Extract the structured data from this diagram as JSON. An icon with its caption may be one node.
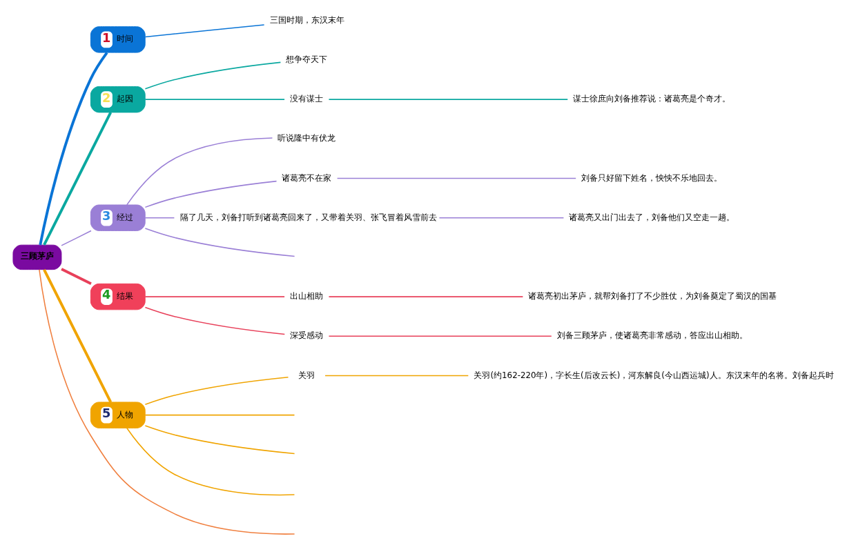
{
  "diagram": {
    "nodes": [
      {
        "text": [
          "三顾茅庐"
        ]
      },
      {
        "text": [
          "1",
          "时间"
        ]
      },
      {
        "text": [
          "三国时期，东汉末年"
        ]
      },
      {
        "text": [
          "2",
          "起因"
        ]
      },
      {
        "text": [
          "想争夺天下"
        ]
      },
      {
        "text": [
          "没有谋士"
        ]
      },
      {
        "text": [
          "谋士徐庶向刘备推荐说：诸葛亮是个奇才。"
        ]
      },
      {
        "text": [
          "3",
          "经过"
        ]
      },
      {
        "text": [
          "听说隆中有伏龙"
        ]
      },
      {
        "text": [
          "诸葛亮不在家"
        ]
      },
      {
        "text": [
          "刘备只好留下姓名，怏怏不乐地回去。"
        ]
      },
      {
        "text": [
          "隔了几天，刘备打听到诸葛亮回来了，又带着关羽、张飞冒着风雪前去"
        ]
      },
      {
        "text": [
          "诸葛亮又出门出去了，刘备他们又空走一趟。"
        ]
      },
      {
        "text": [
          "4",
          "结果"
        ]
      },
      {
        "text": [
          "出山相助"
        ]
      },
      {
        "text": [
          "诸葛亮初出茅庐，就帮刘备打了不少胜仗，为刘备奠定了蜀汉的国基"
        ]
      },
      {
        "text": [
          "深受感动"
        ]
      },
      {
        "text": [
          "刘备三顾茅庐，使诸葛亮非常感动，答应出山相助。"
        ]
      },
      {
        "text": [
          "5",
          "人物"
        ]
      },
      {
        "text": [
          "关羽"
        ]
      },
      {
        "text": [
          "关羽(约162-220年)，字长生(后改云长)，河东解良(今山西运城)人。东汉末年的名将。刘备起兵时"
        ]
      }
    ],
    "edges": [
      {
        "from": 0,
        "to": 1,
        "arrow": "none",
        "style": "thick",
        "color": "#0a74d6"
      },
      {
        "from": 1,
        "to": 2,
        "arrow": "none",
        "color": "#0a74d6"
      },
      {
        "from": 0,
        "to": 3,
        "arrow": "none",
        "style": "thick",
        "color": "#0aa8a0"
      },
      {
        "from": 3,
        "to": 4,
        "arrow": "none",
        "color": "#0aa8a0"
      },
      {
        "from": 3,
        "to": 5,
        "arrow": "none",
        "color": "#0aa8a0"
      },
      {
        "from": 5,
        "to": 6,
        "arrow": "none",
        "color": "#0aa8a0"
      },
      {
        "from": 0,
        "to": 7,
        "arrow": "none",
        "color": "#9a7fd6"
      },
      {
        "from": 7,
        "to": 8,
        "arrow": "none",
        "color": "#9a7fd6"
      },
      {
        "from": 7,
        "to": 9,
        "arrow": "none",
        "color": "#9a7fd6"
      },
      {
        "from": 9,
        "to": 10,
        "arrow": "none",
        "color": "#9a7fd6"
      },
      {
        "from": 7,
        "to": 11,
        "arrow": "none",
        "color": "#9a7fd6"
      },
      {
        "from": 11,
        "to": 12,
        "arrow": "none",
        "color": "#9a7fd6"
      },
      {
        "from": 7,
        "to": null,
        "arrow": "none",
        "color": "#9a7fd6"
      },
      {
        "from": 0,
        "to": 13,
        "arrow": "none",
        "style": "thick",
        "color": "#e8405a"
      },
      {
        "from": 13,
        "to": 14,
        "arrow": "none",
        "color": "#e8405a"
      },
      {
        "from": 14,
        "to": 15,
        "arrow": "none",
        "color": "#e8405a"
      },
      {
        "from": 13,
        "to": 16,
        "arrow": "none",
        "color": "#e8405a"
      },
      {
        "from": 16,
        "to": 17,
        "arrow": "none",
        "color": "#e8405a"
      },
      {
        "from": 0,
        "to": 18,
        "arrow": "none",
        "style": "thick",
        "color": "#f0a400"
      },
      {
        "from": 18,
        "to": 19,
        "arrow": "none",
        "color": "#f0a400"
      },
      {
        "from": 19,
        "to": 20,
        "arrow": "none",
        "color": "#f0a400"
      },
      {
        "from": 18,
        "to": null,
        "arrow": "none",
        "color": "#f0a400"
      },
      {
        "from": 18,
        "to": null,
        "arrow": "none",
        "color": "#f0a400"
      },
      {
        "from": 18,
        "to": null,
        "arrow": "none",
        "color": "#f0a400"
      },
      {
        "from": 0,
        "to": null,
        "arrow": "none",
        "color": "#f08040"
      }
    ]
  }
}
